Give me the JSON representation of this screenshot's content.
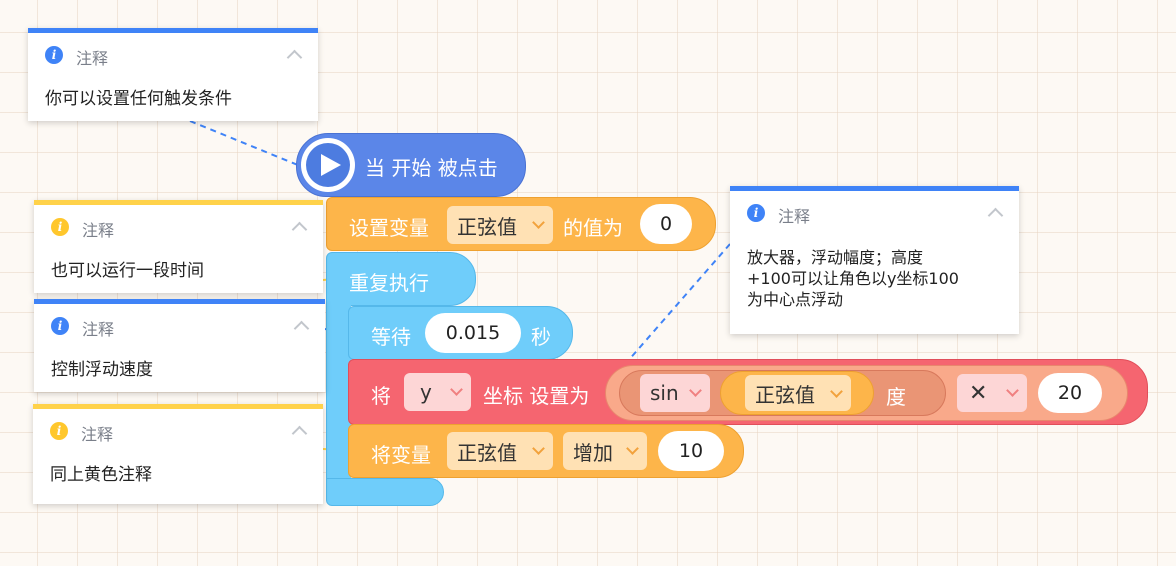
{
  "comments": [
    {
      "title": "注释",
      "body": "你可以设置任何触发条件",
      "color": "blue"
    },
    {
      "title": "注释",
      "body": "也可以运行一段时间",
      "color": "yellow"
    },
    {
      "title": "注释",
      "body": "控制浮动速度",
      "color": "blue"
    },
    {
      "title": "注释",
      "body": "同上黄色注释",
      "color": "yellow"
    },
    {
      "title": "注释",
      "body": "放大器，浮动幅度；高度\n+100可以让角色以y坐标100\n为中心点浮动",
      "color": "blue"
    }
  ],
  "blocks": {
    "hat": {
      "label": "当 开始 被点击"
    },
    "set_var": {
      "label": "设置变量",
      "variable": "正弦值",
      "to_label": "的值为",
      "value": "0"
    },
    "repeat": {
      "label": "重复执行"
    },
    "wait": {
      "label": "等待",
      "value": "0.015",
      "unit": "秒"
    },
    "set_coord": {
      "label": "将",
      "axis": "y",
      "coord_label": "坐标 设置为",
      "func": "sin",
      "variable": "正弦值",
      "deg_label": "度",
      "operator": "✕",
      "operand": "20"
    },
    "change_var": {
      "label": "将变量",
      "variable": "正弦值",
      "mode": "增加",
      "value": "10"
    }
  },
  "colors": {
    "event": "#5b86e8",
    "variable": "#fdb54a",
    "control": "#6fcdfa",
    "motion": "#f56570",
    "comment_blue": "#3f83f7",
    "comment_yellow": "#ffd24a"
  }
}
